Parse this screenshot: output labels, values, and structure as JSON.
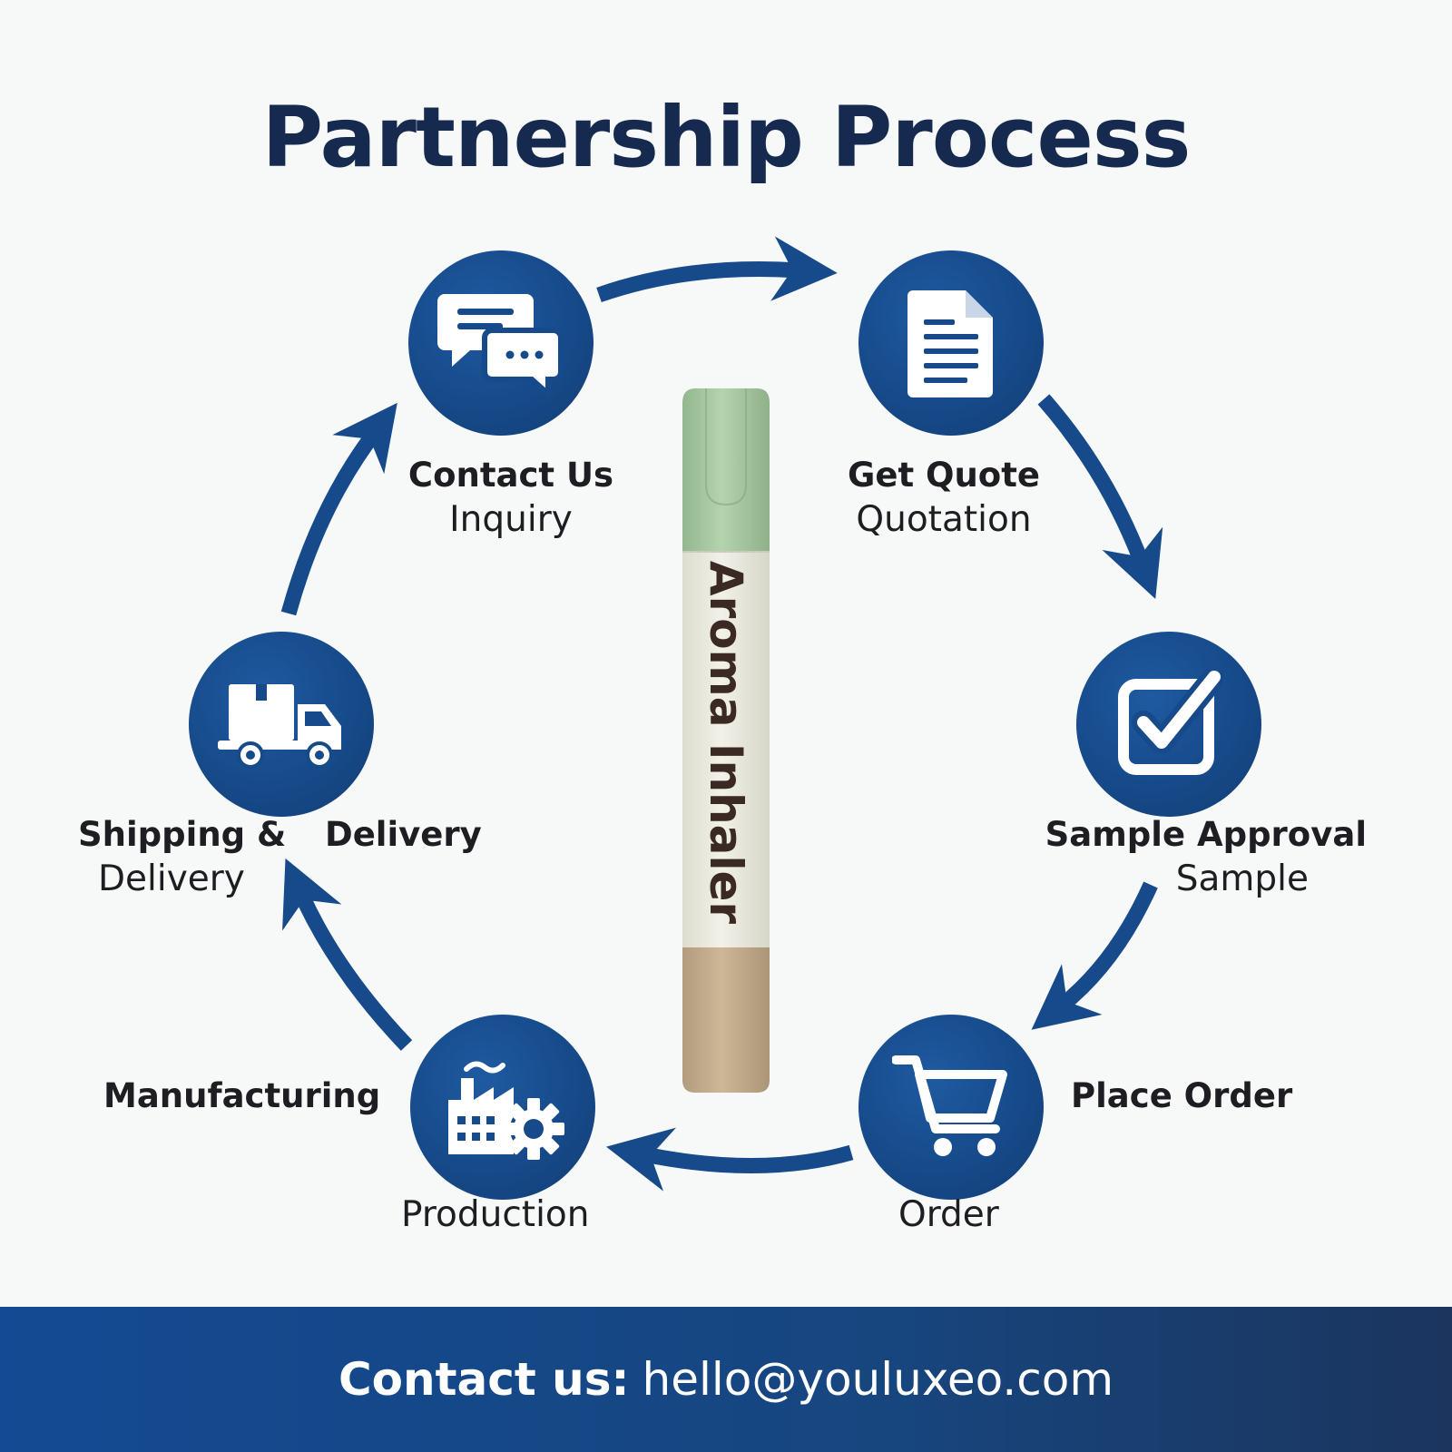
{
  "title": "Partnership Process",
  "colors": {
    "primary": "#164a8a",
    "title": "#152a4e",
    "inhaler_top": "#a8c8a4",
    "inhaler_body": "#e9ebe0",
    "inhaler_base": "#c2ad8e"
  },
  "steps": [
    {
      "title": "Contact Us",
      "subtitle": "Inquiry",
      "icon": "chat-bubbles-icon"
    },
    {
      "title": "Get Quote",
      "subtitle": "Quotation",
      "icon": "document-icon"
    },
    {
      "title": "Sample Approval",
      "subtitle": "Sample",
      "icon": "checkbox-icon"
    },
    {
      "title": "Place Order",
      "subtitle": "Order",
      "icon": "shopping-cart-icon"
    },
    {
      "title": "Manufacturing",
      "subtitle": "Production",
      "icon": "factory-gear-icon"
    },
    {
      "title": "Shipping &",
      "title2": "Delivery",
      "subtitle": "Delivery",
      "icon": "delivery-truck-icon"
    }
  ],
  "product": {
    "label": "Aroma Inhaler"
  },
  "footer": {
    "label": "Contact us:",
    "email": "hello@youluxeo.com"
  }
}
